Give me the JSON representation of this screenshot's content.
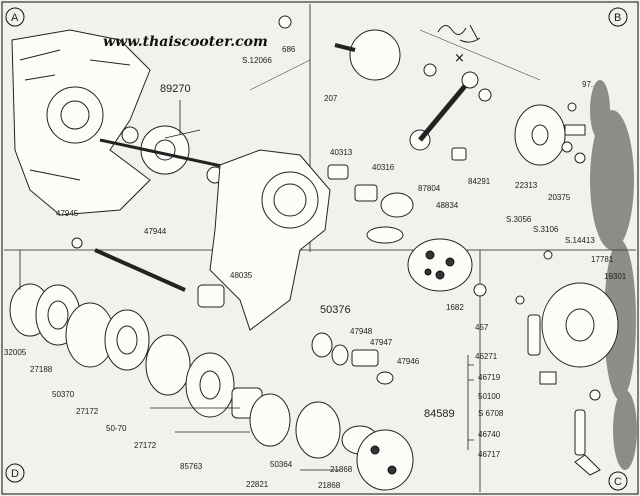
{
  "website": "www.thaiscooter.com",
  "quadrants": {
    "a": "A",
    "b": "B",
    "c": "C",
    "d": "D"
  },
  "parts": {
    "p89270": "89270",
    "p686": "686",
    "p12066": "S.12066",
    "p207": "207",
    "p97": "97.",
    "p84291": "84291",
    "p22313": "22313",
    "p20375": "20375",
    "p40313": "40313",
    "p40316": "40316",
    "p87804": "87804",
    "p48834": "48834",
    "p47945": "47945",
    "p47944": "47944",
    "p53056": "S.3056",
    "p53106": "S.3106",
    "p14413": "S.14413",
    "p17781": "17781",
    "p19301": "19301",
    "p48035": "48035",
    "p50376": "50376",
    "p47948": "47948",
    "p47947": "47947",
    "p47946": "47946",
    "p1682": "1682",
    "p457": "457",
    "p46271": "46271",
    "p46719": "46719",
    "p50100": "50100",
    "p84589": "84589",
    "pS6708": "S 6708",
    "p46740": "46740",
    "p46717": "46717",
    "p32005": "32005",
    "p27188": "27188",
    "p50370a": "50370",
    "p27172a": "27172",
    "p50370b": "50‐70",
    "p27172b": "27172",
    "p85763": "85763",
    "p50364": "50364",
    "p22821": "22821",
    "p21868a": "21868",
    "p21868b": "21868"
  }
}
